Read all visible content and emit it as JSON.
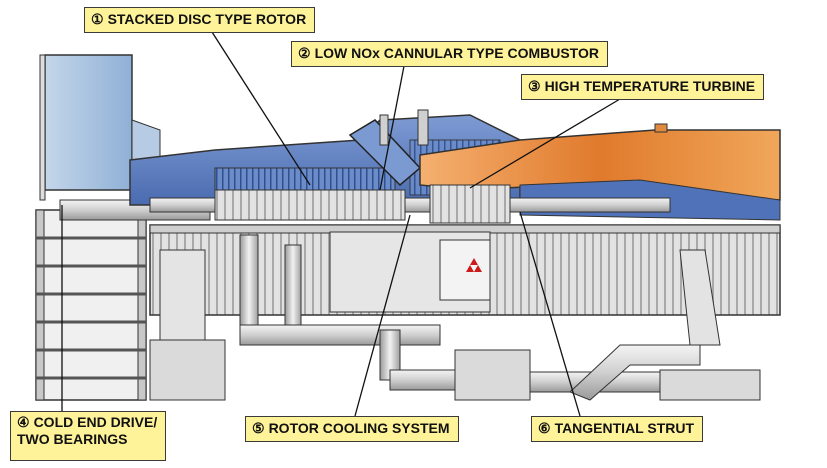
{
  "labels": [
    {
      "num": "①",
      "text": "STACKED DISC TYPE ROTOR"
    },
    {
      "num": "②",
      "text": "LOW NOx CANNULAR TYPE COMBUSTOR"
    },
    {
      "num": "③",
      "text": "HIGH TEMPERATURE TURBINE"
    },
    {
      "num": "④",
      "line1": "COLD END DRIVE/",
      "line2": "TWO BEARINGS"
    },
    {
      "num": "⑤",
      "text": "ROTOR COOLING SYSTEM"
    },
    {
      "num": "⑥",
      "text": "TANGENTIAL STRUT"
    }
  ],
  "colors": {
    "label_fill": "#fff39a",
    "casing_blue": "#5b7fc4",
    "inlet_blue": "#a9c3de",
    "hot_orange": "#e8893a",
    "frame_gray": "#d8d8d8",
    "outline": "#333333"
  }
}
